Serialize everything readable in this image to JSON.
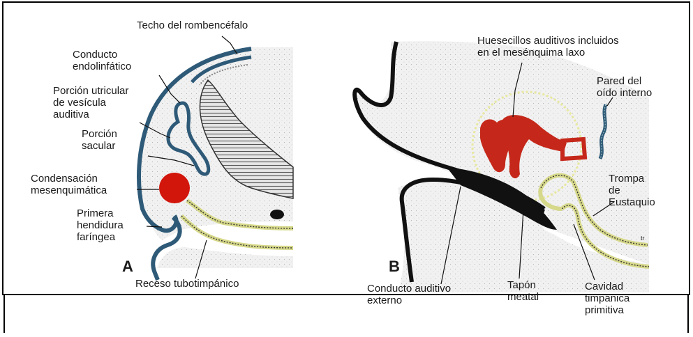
{
  "panel_a": {
    "letter": "A",
    "labels": {
      "techo": "Techo del rombencéfalo",
      "conducto_1": "Conducto",
      "conducto_2": "endolinfático",
      "porcion_utricular_1": "Porción utricular",
      "porcion_utricular_2": "de vesícula",
      "porcion_utricular_3": "auditiva",
      "porcion_sacular_1": "Porción",
      "porcion_sacular_2": "sacular",
      "condensacion_1": "Condensación",
      "condensacion_2": "mesenquimática",
      "primera_1": "Primera",
      "primera_2": "hendidura",
      "primera_3": "faríngea",
      "receso": "Receso tubotimpánico"
    }
  },
  "panel_b": {
    "letter": "B",
    "labels": {
      "huesecillos_1": "Huesecillos auditivos incluidos",
      "huesecillos_2": "en el mesénquima laxo",
      "pared_1": "Pared del",
      "pared_2": "oído interno",
      "trompa_1": "Trompa",
      "trompa_2": "de",
      "trompa_3": "Eustaquio",
      "conducto_1": "Conducto auditivo",
      "conducto_2": "externo",
      "tapon_1": "Tapón",
      "tapon_2": "meatal",
      "cavidad_1": "Cavidad",
      "cavidad_2": "timpánica",
      "cavidad_3": "primitiva",
      "tr": "tr"
    }
  },
  "colors": {
    "tissue": "#efefef",
    "epithelium": "#2e5a78",
    "mesenchyme": "#d2160c",
    "ossicles": "#c5281a",
    "endoderm": "#d6d88a",
    "line": "#111111",
    "frame": "#000000"
  }
}
